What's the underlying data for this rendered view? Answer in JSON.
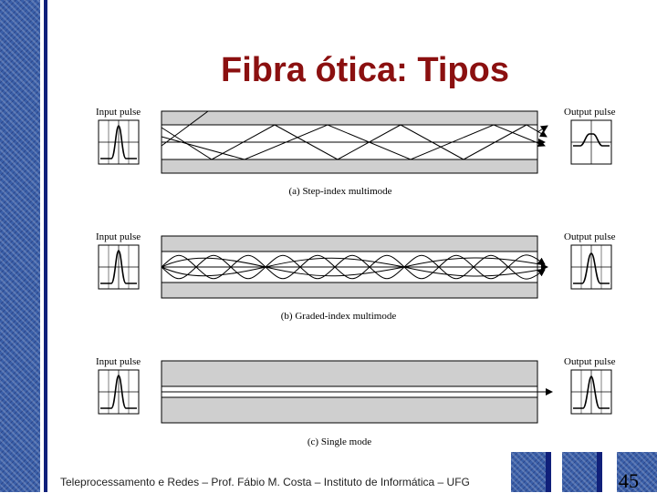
{
  "slide": {
    "title": "Fibra ótica: Tipos",
    "footer": "Teleprocessamento e Redes – Prof. Fábio M. Costa – Instituto de Informática – UFG",
    "page_number": "45"
  },
  "figure": {
    "panels": [
      {
        "input_label": "Input pulse",
        "output_label": "Output pulse",
        "caption": "(a) Step-index multimode"
      },
      {
        "input_label": "Input pulse",
        "output_label": "Output pulse",
        "caption": "(b) Graded-index multimode"
      },
      {
        "input_label": "Input pulse",
        "output_label": "Output pulse",
        "caption": "(c) Single mode"
      }
    ]
  },
  "colors": {
    "title": "#8b1010",
    "band": "#3a5fa8",
    "band_line": "#10207a",
    "cladding": "#cfcfcf"
  }
}
